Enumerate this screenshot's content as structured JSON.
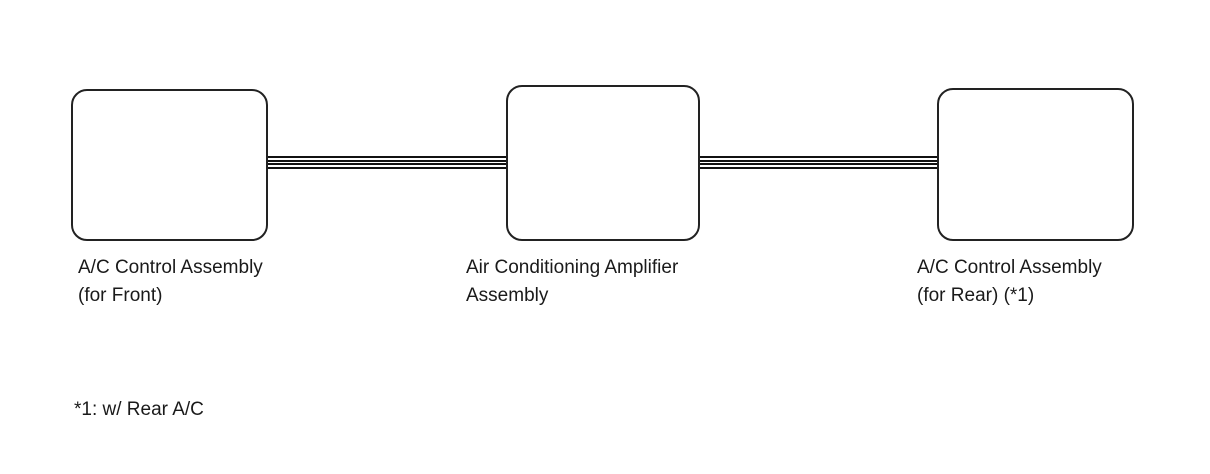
{
  "components": {
    "front": {
      "line1": "A/C Control Assembly",
      "line2": "(for Front)"
    },
    "amplifier": {
      "line1": "Air Conditioning Amplifier",
      "line2": "Assembly"
    },
    "rear": {
      "line1": "A/C Control Assembly",
      "line2": "(for Rear) (*1)"
    }
  },
  "footnote": "*1: w/ Rear A/C"
}
